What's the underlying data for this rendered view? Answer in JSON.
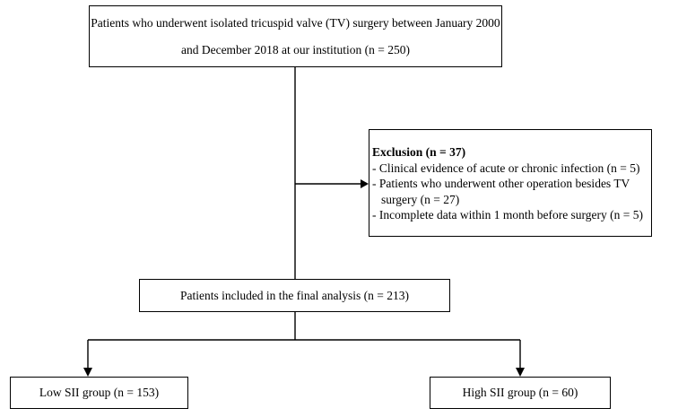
{
  "boxes": {
    "source": {
      "line1": "Patients who underwent isolated tricuspid valve (TV) surgery between January 2000",
      "line2": "and December 2018 at our institution (n = 250)"
    },
    "exclusion": {
      "title": "Exclusion (n = 37)",
      "item1": "- Clinical evidence of acute or chronic infection (n = 5)",
      "item2_line1": "- Patients who underwent other operation besides TV",
      "item2_line2": "surgery (n = 27)",
      "item3": "- Incomplete data within 1 month before surgery (n = 5)"
    },
    "final": "Patients included in the final analysis (n = 213)",
    "low": "Low SII group (n = 153)",
    "high": "High SII group (n = 60)"
  }
}
